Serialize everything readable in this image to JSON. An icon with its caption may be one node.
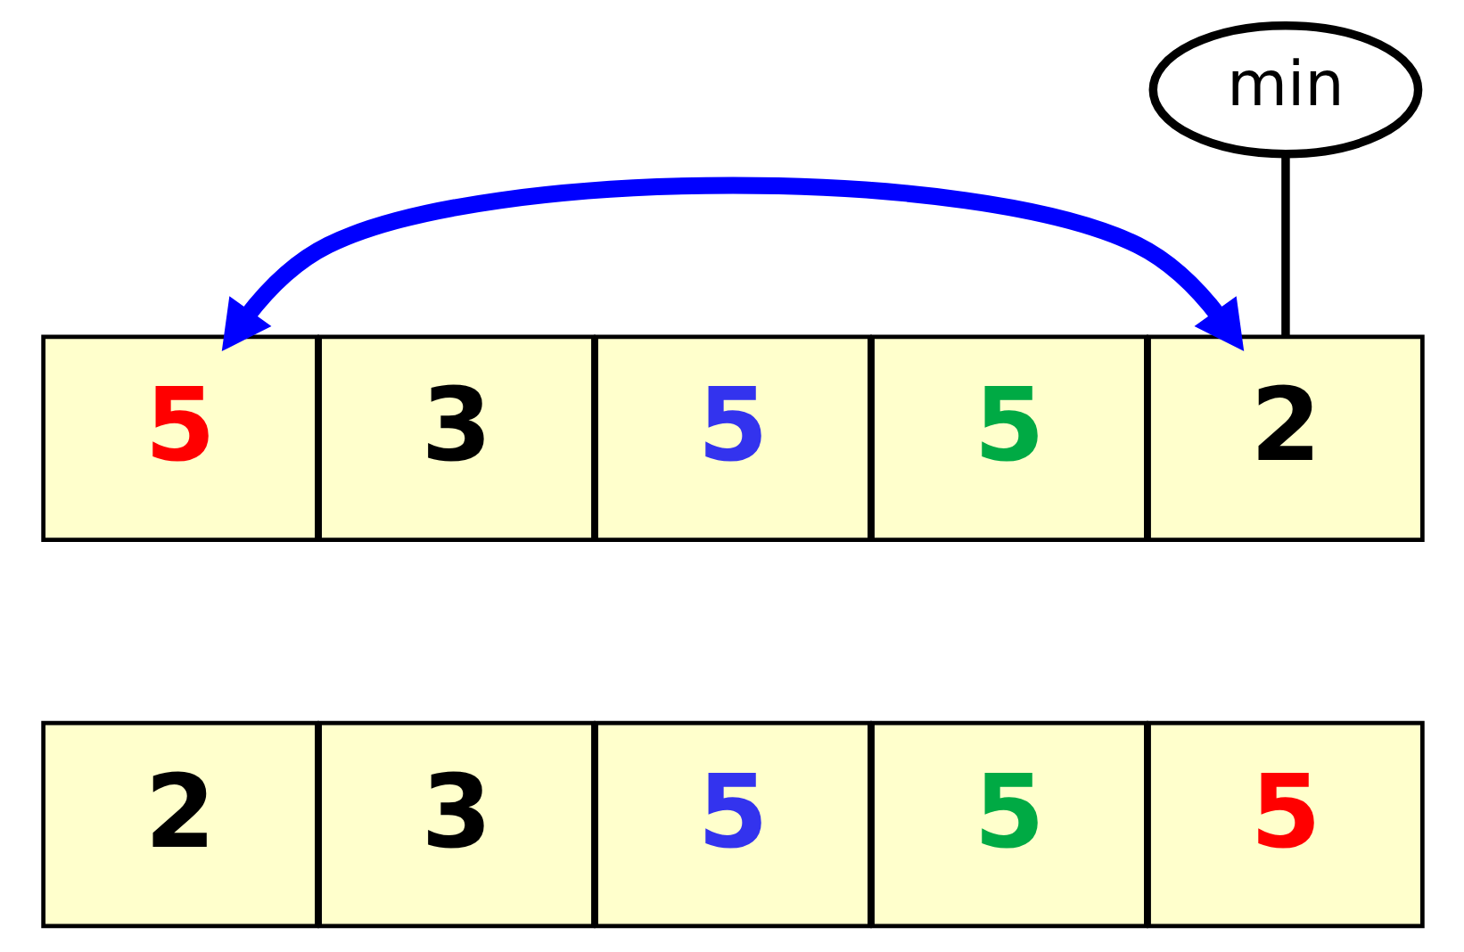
{
  "diagram": {
    "nodes": [
      {
        "text": [
          "min"
        ]
      },
      {
        "text": [
          "5"
        ]
      },
      {
        "text": [
          "3"
        ]
      },
      {
        "text": [
          "5"
        ]
      },
      {
        "text": [
          "5"
        ]
      },
      {
        "text": [
          "2"
        ]
      },
      {
        "text": [
          "2"
        ]
      },
      {
        "text": [
          "3"
        ]
      },
      {
        "text": [
          "5"
        ]
      },
      {
        "text": [
          "5"
        ]
      },
      {
        "text": [
          "5"
        ]
      }
    ],
    "edges": [
      {
        "from": 0,
        "to": 5,
        "arrow": "none"
      },
      {
        "from": 1,
        "to": 5,
        "arrow": "both",
        "style": "thick",
        "color": "#0000ff"
      }
    ]
  }
}
